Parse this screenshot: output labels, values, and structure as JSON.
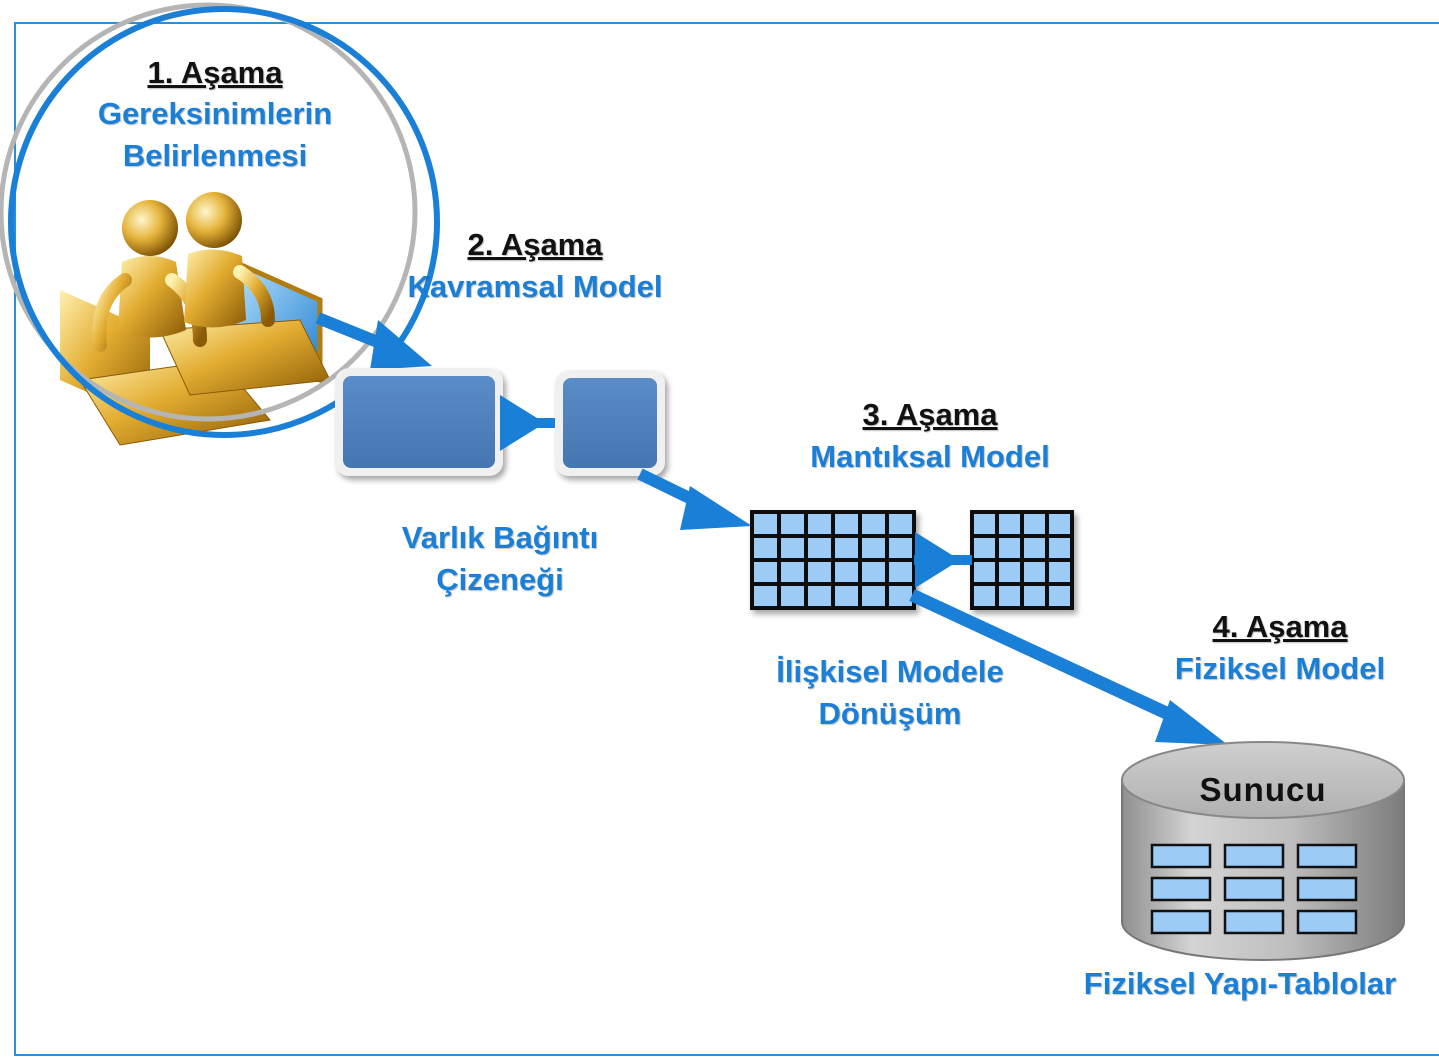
{
  "stages": [
    {
      "title": "1. Aşama",
      "subtitle_line1": "Gereksinimlerin",
      "subtitle_line2": "Belirlenmesi"
    },
    {
      "title": "2. Aşama",
      "subtitle": "Kavramsal Model"
    },
    {
      "title": "3. Aşama",
      "subtitle": "Mantıksal Model"
    },
    {
      "title": "4. Aşama",
      "subtitle": "Fiziksel Model"
    }
  ],
  "captions": {
    "er_diagram_line1": "Varlık Bağıntı",
    "er_diagram_line2": "Çizeneği",
    "relational_line1": "İlişkisel Modele",
    "relational_line2": "Dönüşüm",
    "physical": "Fiziksel Yapı-Tablolar"
  },
  "server": {
    "label": "Sunucu"
  },
  "colors": {
    "frame": "#2a8fd8",
    "arrow": "#1a7fd6",
    "entity_box": "#4f81bd",
    "grid_cell": "#9ccbf5",
    "cylinder": "#b8b8b8"
  },
  "icons": {
    "stage1": "people-with-laptops-icon",
    "stage2": "entity-boxes-icon",
    "stage3": "table-grid-icon",
    "stage4": "database-cylinder-icon"
  }
}
